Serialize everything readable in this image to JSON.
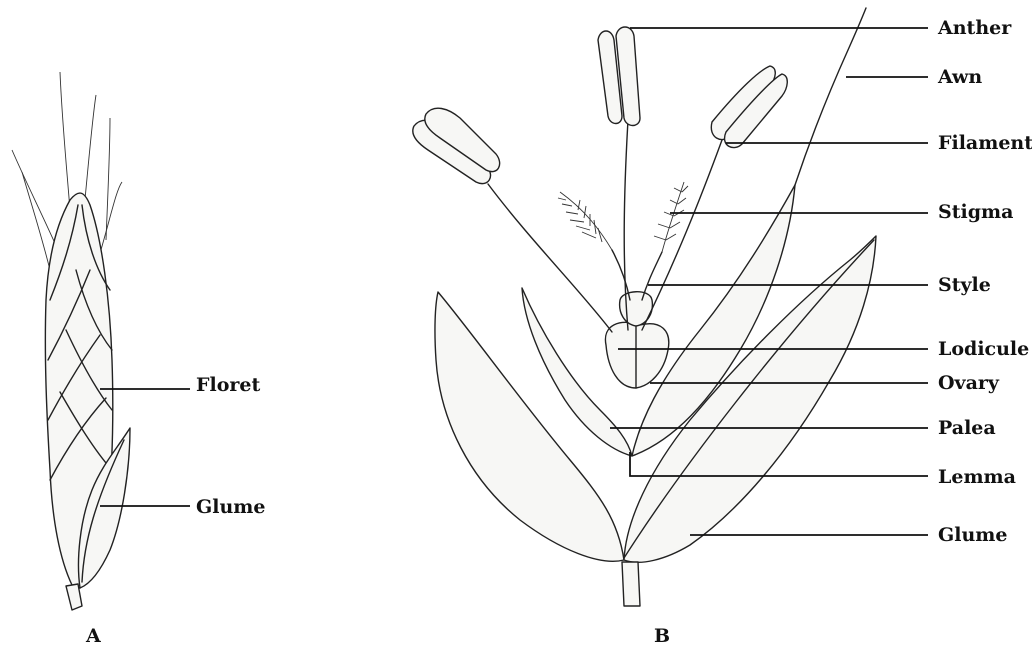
{
  "figure": {
    "panel_a": {
      "letter": "A",
      "labels": {
        "floret": "Floret",
        "glume": "Glume"
      }
    },
    "panel_b": {
      "letter": "B",
      "labels": {
        "anther": "Anther",
        "awn": "Awn",
        "filament": "Filament",
        "stigma": "Stigma",
        "style": "Style",
        "lodicule": "Lodicule",
        "ovary": "Ovary",
        "palea": "Palea",
        "lemma": "Lemma",
        "glume": "Glume"
      }
    }
  },
  "colors": {
    "ink": "#111111",
    "paper": "#ffffff",
    "stipple": "#555555"
  }
}
